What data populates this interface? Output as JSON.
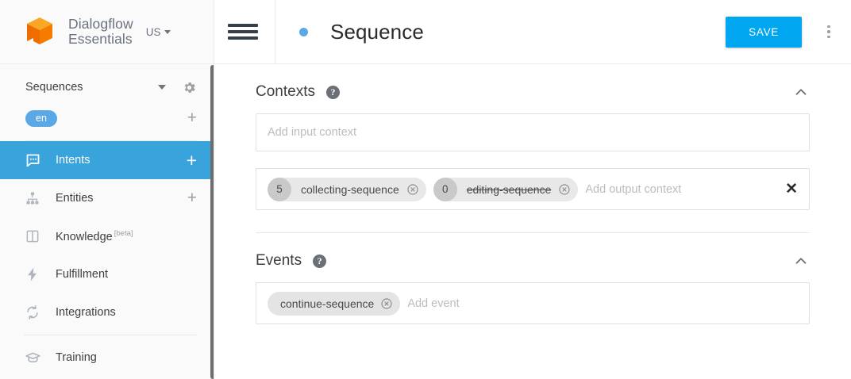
{
  "brand": {
    "name_line1": "Dialogflow",
    "name_line2": "Essentials",
    "locale": "US",
    "logo_icon": "dialogflow-cube-logo"
  },
  "sidebar": {
    "agent": {
      "name": "Sequences",
      "dropdown_icon": "caret-down-icon",
      "settings_icon": "gear-icon"
    },
    "language": {
      "chip": "en",
      "add_icon": "plus-icon"
    },
    "items": [
      {
        "label": "Intents",
        "icon": "chat-bubble-icon",
        "active": true,
        "add_icon": "plus-icon"
      },
      {
        "label": "Entities",
        "icon": "hierarchy-icon",
        "active": false,
        "add_icon": "plus-icon"
      },
      {
        "label": "Knowledge",
        "icon": "book-icon",
        "active": false,
        "badge": "[beta]"
      },
      {
        "label": "Fulfillment",
        "icon": "bolt-icon",
        "active": false
      },
      {
        "label": "Integrations",
        "icon": "sync-icon",
        "active": false
      },
      {
        "label": "Training",
        "icon": "graduation-cap-icon",
        "active": false
      }
    ]
  },
  "topbar": {
    "menu_icon": "hamburger-menu-icon",
    "status_dot": "blue-status-dot",
    "title": "Sequence",
    "save_label": "SAVE",
    "overflow_icon": "kebab-menu-icon"
  },
  "contexts": {
    "title": "Contexts",
    "help_icon": "help-circle-icon",
    "collapse_icon": "chevron-up-icon",
    "input_placeholder": "Add input context",
    "output_placeholder": "Add output context",
    "clear_icon": "close-x-icon",
    "output_chips": [
      {
        "count": "5",
        "label": "collecting-sequence",
        "expired": false,
        "remove_icon": "remove-circle-icon"
      },
      {
        "count": "0",
        "label": "editing-sequence",
        "expired": true,
        "remove_icon": "remove-circle-icon"
      }
    ]
  },
  "events": {
    "title": "Events",
    "help_icon": "help-circle-icon",
    "collapse_icon": "chevron-up-icon",
    "placeholder": "Add event",
    "chips": [
      {
        "label": "continue-sequence",
        "remove_icon": "remove-circle-icon"
      }
    ]
  },
  "colors": {
    "accent_blue": "#39a3dc",
    "save_blue": "#00a6f0",
    "logo_orange": "#f5861f",
    "chip_grey": "#e8e8e8"
  }
}
